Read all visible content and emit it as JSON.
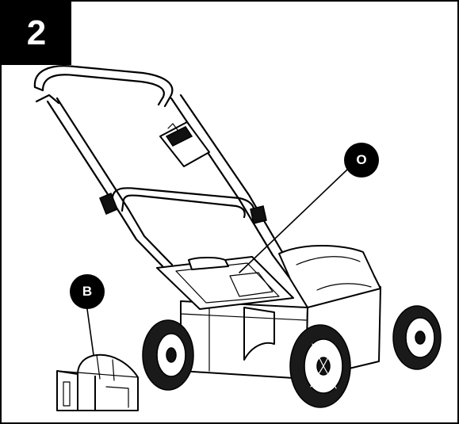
{
  "step": {
    "number": "2"
  },
  "callouts": {
    "o": {
      "label": "O"
    },
    "b": {
      "label": "B"
    }
  },
  "colors": {
    "ink": "#000000",
    "paper": "#ffffff"
  }
}
